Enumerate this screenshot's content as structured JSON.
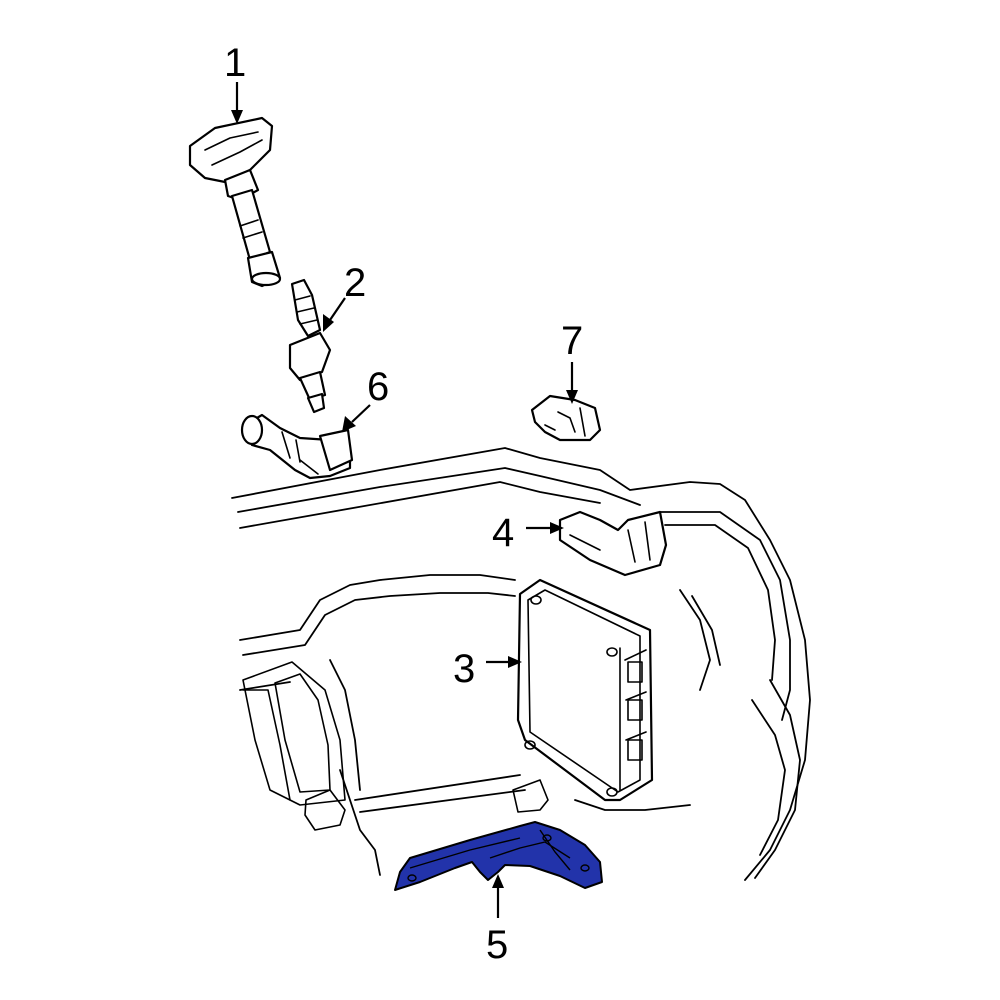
{
  "callouts": [
    {
      "id": "1",
      "label": "1"
    },
    {
      "id": "2",
      "label": "2"
    },
    {
      "id": "3",
      "label": "3"
    },
    {
      "id": "4",
      "label": "4"
    },
    {
      "id": "5",
      "label": "5"
    },
    {
      "id": "6",
      "label": "6"
    },
    {
      "id": "7",
      "label": "7"
    }
  ],
  "highlighted_part": "5",
  "colors": {
    "highlight": "#2233aa",
    "line": "#000000",
    "background": "#ffffff"
  }
}
